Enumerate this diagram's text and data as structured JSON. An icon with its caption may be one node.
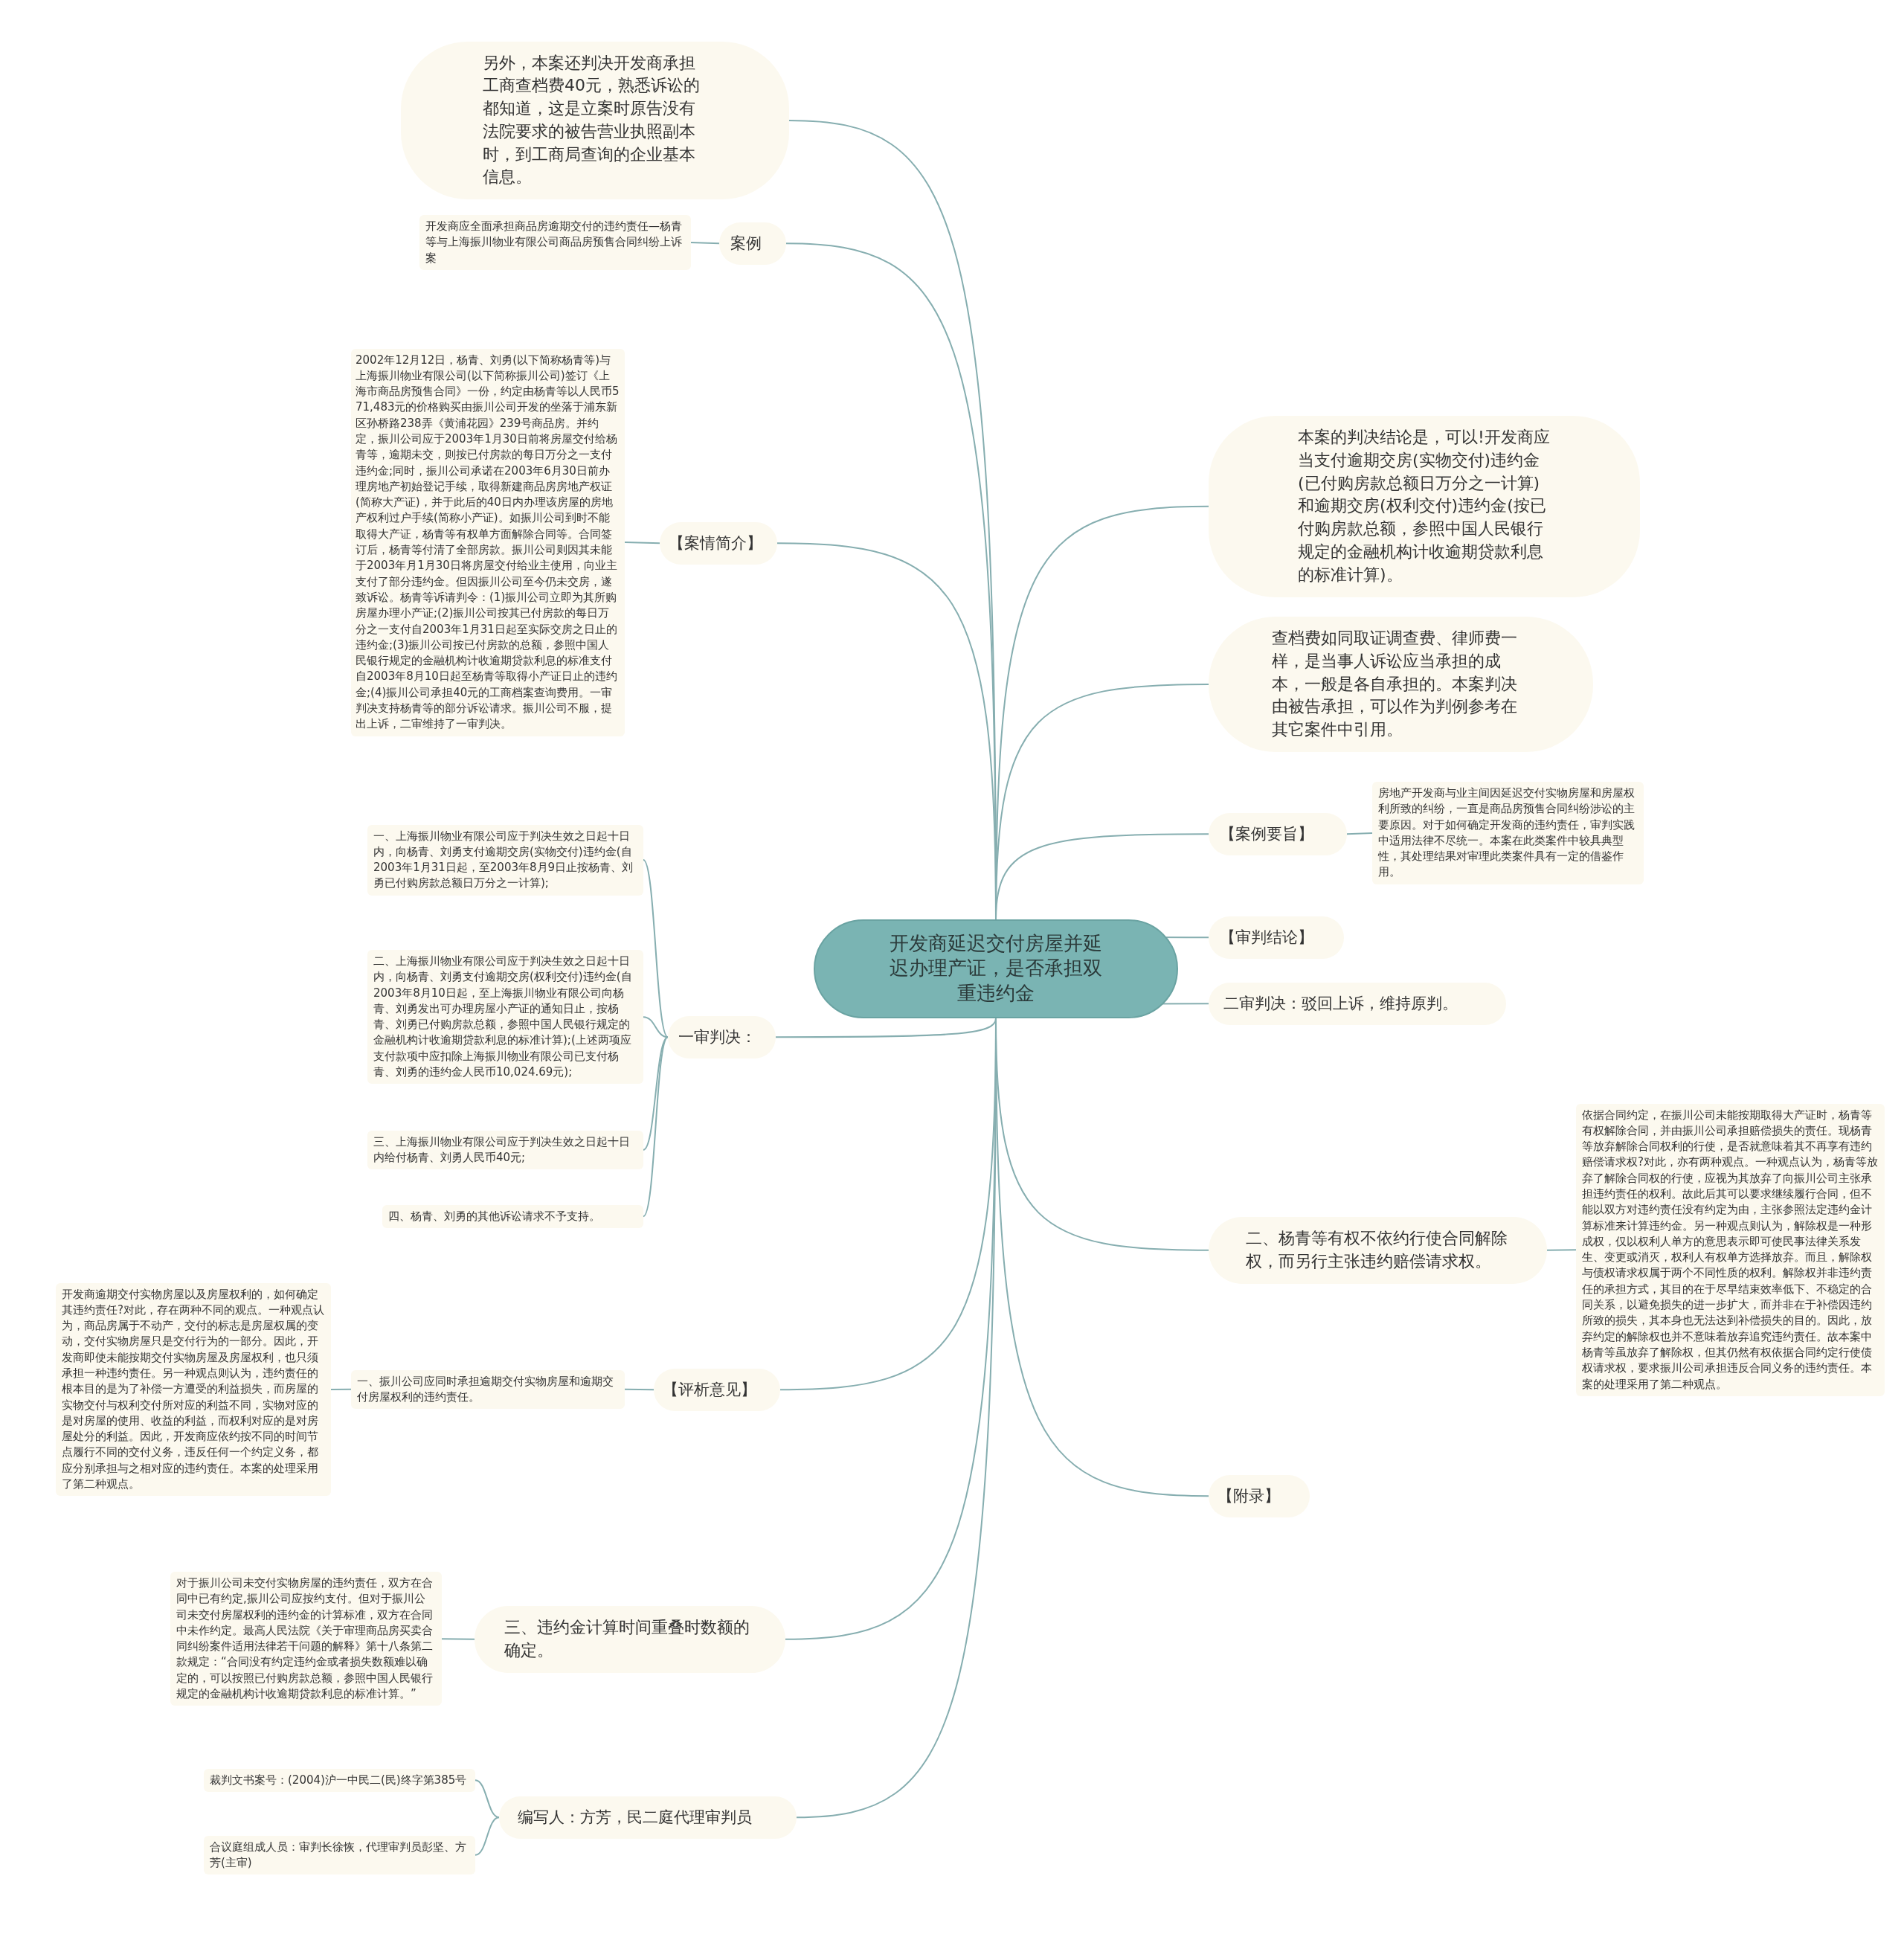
{
  "diagram": {
    "nodes": [
      {
        "text": [
          "开发商延迟交付房屋并延迟办理产证，是否承担双重违约金"
        ]
      },
      {
        "text": [
          "另外，本案还判决开发商承担工商查档费40元，熟悉诉讼的都知道，这是立案时原告没有法院要求的被告营业执照副本时，到工商局查询的企业基本信息。"
        ]
      },
      {
        "text": [
          "案例"
        ]
      },
      {
        "text": [
          "开发商应全面承担商品房逾期交付的违约责任—杨青等与上海振川物业有限公司商品房预售合同纠纷上诉案"
        ]
      },
      {
        "text": [
          "【案情简介】"
        ]
      },
      {
        "text": [
          "2002年12月12日，杨青、刘勇(以下简称杨青等)与上海振川物业有限公司(以下简称振川公司)签订《上海市商品房预售合同》一份，约定由杨青等以人民币571,483元的价格购买由振川公司开发的坐落于浦东新区孙桥路238弄《黄浦花园》239号商品房。并约定，振川公司应于2003年1月30日前将房屋交付给杨青等，逾期未交，则按已付房款的每日万分之一支付违约金;同时，振川公司承诺在2003年6月30日前办理房地产初始登记手续，取得新建商品房房地产权证(简称大产证)，并于此后的40日内办理该房屋的房地产权利过户手续(简称小产证)。如振川公司到时不能取得大产证，杨青等有权单方面解除合同等。合同签订后，杨青等付清了全部房款。振川公司则因其未能于2003年月1月30日将房屋交付给业主使用，向业主支付了部分违约金。但因振川公司至今仍未交房，遂致诉讼。杨青等诉请判令：(1)振川公司立即为其所购房屋办理小产证;(2)振川公司按其已付房款的每日万分之一支付自2003年1月31日起至实际交房之日止的违约金;(3)振川公司按已付房款的总额，参照中国人民银行规定的金融机构计收逾期贷款利息的标准支付自2003年8月10日起至杨青等取得小产证日止的违约金;(4)振川公司承担40元的工商档案查询费用。一审判决支持杨青等的部分诉讼请求。振川公司不服，提出上诉，二审维持了一审判决。"
        ]
      },
      {
        "text": [
          "一审判决："
        ]
      },
      {
        "text": [
          "一、上海振川物业有限公司应于判决生效之日起十日内，向杨青、刘勇支付逾期交房(实物交付)违约金(自2003年1月31日起，至2003年8月9日止按杨青、刘勇已付购房款总额日万分之一计算);"
        ]
      },
      {
        "text": [
          "二、上海振川物业有限公司应于判决生效之日起十日内，向杨青、刘勇支付逾期交房(权利交付)违约金(自2003年8月10日起，至上海振川物业有限公司向杨青、刘勇发出可办理房屋小产证的通知日止，按杨青、刘勇已付购房款总额，参照中国人民银行规定的金融机构计收逾期贷款利息的标准计算);(上述两项应支付款项中应扣除上海振川物业有限公司已支付杨青、刘勇的违约金人民币10,024.69元);"
        ]
      },
      {
        "text": [
          "三、上海振川物业有限公司应于判决生效之日起十日内给付杨青、刘勇人民币40元;"
        ]
      },
      {
        "text": [
          "四、杨青、刘勇的其他诉讼请求不予支持。"
        ]
      },
      {
        "text": [
          "【评析意见】"
        ]
      },
      {
        "text": [
          "一、振川公司应同时承担逾期交付实物房屋和逾期交付房屋权利的违约责任。"
        ]
      },
      {
        "text": [
          "开发商逾期交付实物房屋以及房屋权利的，如何确定其违约责任?对此，存在两种不同的观点。一种观点认为，商品房属于不动产，交付的标志是房屋权属的变动，交付实物房屋只是交付行为的一部分。因此，开发商即使未能按期交付实物房屋及房屋权利，也只须承担一种违约责任。另一种观点则认为，违约责任的根本目的是为了补偿一方遭受的利益损失，而房屋的实物交付与权利交付所对应的利益不同，实物对应的是对房屋的使用、收益的利益，而权利对应的是对房屋处分的利益。因此，开发商应依约按不同的时间节点履行不同的交付义务，违反任何一个约定义务，都应分别承担与之相对应的违约责任。本案的处理采用了第二种观点。"
        ]
      },
      {
        "text": [
          "三、违约金计算时间重叠时数额的确定。"
        ]
      },
      {
        "text": [
          "对于振川公司未交付实物房屋的违约责任，双方在合同中已有约定,振川公司应按约支付。但对于振川公司未交付房屋权利的违约金的计算标准，双方在合同中未作约定。最高人民法院《关于审理商品房买卖合同纠纷案件适用法律若干问题的解释》第十八条第二款规定：“合同没有约定违约金或者损失数额难以确定的，可以按照已付购房款总额，参照中国人民银行规定的金融机构计收逾期贷款利息的标准计算。”"
        ]
      },
      {
        "text": [
          "编写人：方芳，民二庭代理审判员"
        ]
      },
      {
        "text": [
          "裁判文书案号：(2004)沪一中民二(民)终字第385号"
        ]
      },
      {
        "text": [
          "合议庭组成人员：审判长徐恢，代理审判员彭坚、方芳(主审)"
        ]
      },
      {
        "text": [
          "本案的判决结论是，可以!开发商应当支付逾期交房(实物交付)违约金(已付购房款总额日万分之一计算)和逾期交房(权利交付)违约金(按已付购房款总额，参照中国人民银行规定的金融机构计收逾期贷款利息的标准计算)。"
        ]
      },
      {
        "text": [
          "查档费如同取证调查费、律师费一样，是当事人诉讼应当承担的成本，一般是各自承担的。本案判决由被告承担，可以作为判例参考在其它案件中引用。"
        ]
      },
      {
        "text": [
          "【案例要旨】"
        ]
      },
      {
        "text": [
          "房地产开发商与业主间因延迟交付实物房屋和房屋权利所致的纠纷，一直是商品房预售合同纠纷涉讼的主要原因。对于如何确定开发商的违约责任，审判实践中适用法律不尽统一。本案在此类案件中较具典型性，其处理结果对审理此类案件具有一定的借鉴作用。"
        ]
      },
      {
        "text": [
          "【审判结论】"
        ]
      },
      {
        "text": [
          "二审判决：驳回上诉，维持原判。"
        ]
      },
      {
        "text": [
          "二、杨青等有权不依约行使合同解除权，而另行主张违约赔偿请求权。"
        ]
      },
      {
        "text": [
          "依据合同约定，在振川公司未能按期取得大产证时，杨青等有权解除合同，并由振川公司承担赔偿损失的责任。现杨青等放弃解除合同权利的行使，是否就意味着其不再享有违约赔偿请求权?对此，亦有两种观点。一种观点认为，杨青等放弃了解除合同权的行使，应视为其放弃了向振川公司主张承担违约责任的权利。故此后其可以要求继续履行合同，但不能以双方对违约责任没有约定为由，主张参照法定违约金计算标准来计算违约金。另一种观点则认为，解除权是一种形成权，仅以权利人单方的意思表示即可使民事法律关系发生、变更或消灭，权利人有权单方选择放弃。而且，解除权与债权请求权属于两个不同性质的权利。解除权并非违约责任的承担方式，其目的在于尽早结束效率低下、不稳定的合同关系，以避免损失的进一步扩大，而并非在于补偿因违约所致的损失，其本身也无法达到补偿损失的目的。因此，放弃约定的解除权也并不意味着放弃追究违约责任。故本案中杨青等虽放弃了解除权，但其仍然有权依据合同约定行使债权请求权，要求振川公司承担违反合同义务的违约责任。本案的处理采用了第二种观点。"
        ]
      },
      {
        "text": [
          "【附录】"
        ]
      }
    ],
    "edges": [
      {
        "from": 0,
        "to": 1,
        "arrow": "none"
      },
      {
        "from": 0,
        "to": 2,
        "arrow": "none"
      },
      {
        "from": 2,
        "to": 3,
        "arrow": "none"
      },
      {
        "from": 0,
        "to": 4,
        "arrow": "none"
      },
      {
        "from": 4,
        "to": 5,
        "arrow": "none"
      },
      {
        "from": 0,
        "to": 6,
        "arrow": "none"
      },
      {
        "from": 6,
        "to": 7,
        "arrow": "none"
      },
      {
        "from": 6,
        "to": 8,
        "arrow": "none"
      },
      {
        "from": 6,
        "to": 9,
        "arrow": "none"
      },
      {
        "from": 6,
        "to": 10,
        "arrow": "none"
      },
      {
        "from": 0,
        "to": 11,
        "arrow": "none"
      },
      {
        "from": 11,
        "to": 12,
        "arrow": "none"
      },
      {
        "from": 12,
        "to": 13,
        "arrow": "none"
      },
      {
        "from": 0,
        "to": 14,
        "arrow": "none"
      },
      {
        "from": 14,
        "to": 15,
        "arrow": "none"
      },
      {
        "from": 0,
        "to": 16,
        "arrow": "none"
      },
      {
        "from": 16,
        "to": 17,
        "arrow": "none"
      },
      {
        "from": 16,
        "to": 18,
        "arrow": "none"
      },
      {
        "from": 0,
        "to": 19,
        "arrow": "none"
      },
      {
        "from": 0,
        "to": 20,
        "arrow": "none"
      },
      {
        "from": 0,
        "to": 21,
        "arrow": "none"
      },
      {
        "from": 21,
        "to": 22,
        "arrow": "none"
      },
      {
        "from": 0,
        "to": 23,
        "arrow": "none"
      },
      {
        "from": 0,
        "to": 24,
        "arrow": "none"
      },
      {
        "from": 0,
        "to": 25,
        "arrow": "none"
      },
      {
        "from": 25,
        "to": 26,
        "arrow": "none"
      },
      {
        "from": 0,
        "to": 27,
        "arrow": "none"
      }
    ]
  }
}
